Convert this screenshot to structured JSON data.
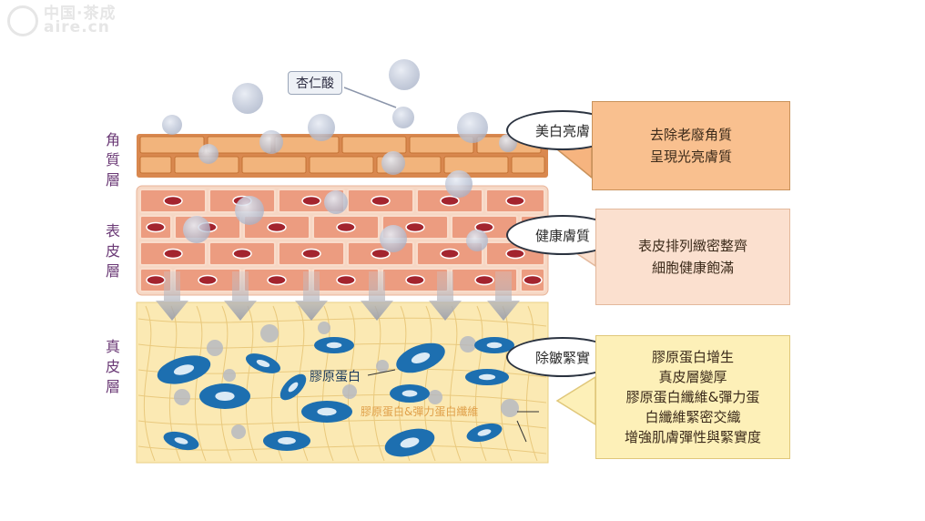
{
  "watermark": {
    "line1": "中国·茶成",
    "line2": "aire.cn"
  },
  "layers": {
    "stratum_corneum": "角質層",
    "epidermis": "表皮層",
    "dermis": "真皮層"
  },
  "callout_top": "杏仁酸",
  "bubbles": {
    "whitening": "美白亮膚",
    "healthy": "健康膚質",
    "firming": "除皺緊實"
  },
  "boxes": {
    "box1": [
      "去除老廢角質",
      "呈現光亮膚質"
    ],
    "box2": [
      "表皮排列緻密整齊",
      "細胞健康飽滿"
    ],
    "box3": [
      "膠原蛋白增生",
      "真皮層變厚",
      "膠原蛋白纖維&彈力蛋",
      "白纖維緊密交織",
      "增強肌膚彈性與緊實度"
    ]
  },
  "dermis_labels": {
    "collagen": "膠原蛋白",
    "fibers": "膠原蛋白&彈力蛋白纖維"
  },
  "colors": {
    "corneum": "#e9a56a",
    "epidermis": "#f2c4a8",
    "dermis": "#fbe7a8",
    "box_warm": "#f9c08f",
    "box_pale": "#fbe0cf",
    "box_yellow": "#fdf0b8",
    "collagen_blue": "#1d6fb0",
    "nucleus": "#a3242e"
  }
}
